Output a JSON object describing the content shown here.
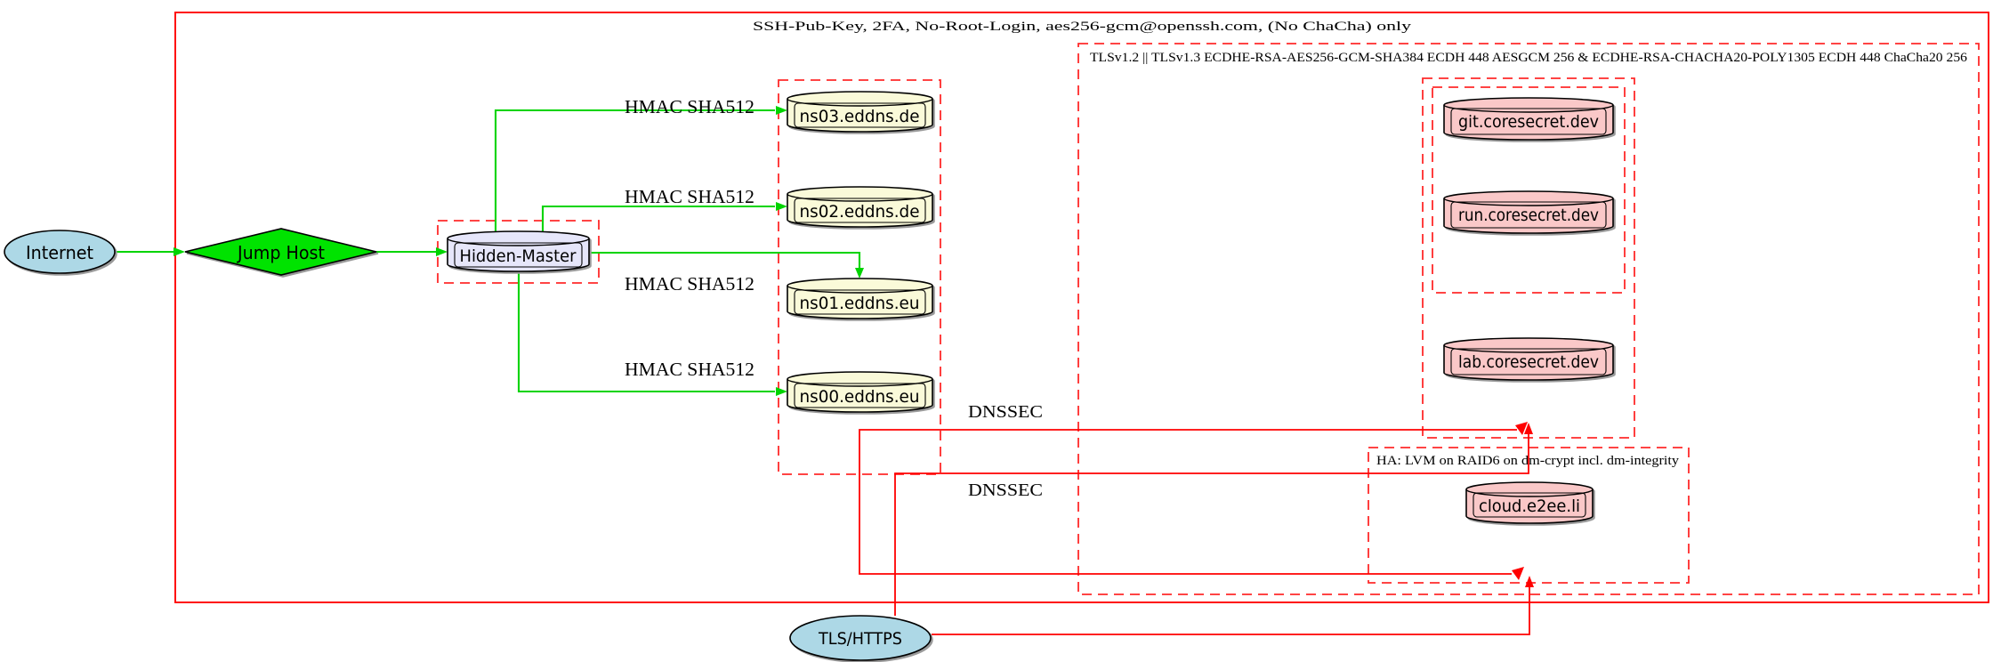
{
  "diagram": {
    "clusters": {
      "ssh_label": "SSH-Pub-Key, 2FA, No-Root-Login, aes256-gcm@openssh.com, (No ChaCha) only",
      "tls_label": "TLSv1.2 || TLSv1.3 ECDHE-RSA-AES256-GCM-SHA384 ECDH 448 AESGCM 256 & ECDHE-RSA-CHACHA20-POLY1305 ECDH 448 ChaCha20 256",
      "ha_label": "HA: LVM on RAID6 on dm-crypt incl. dm-integrity"
    },
    "nodes": {
      "internet": "Internet",
      "jump_host": "Jump Host",
      "hidden_master": "Hidden-Master",
      "ns03": "ns03.eddns.de",
      "ns02": "ns02.eddns.de",
      "ns01": "ns01.eddns.eu",
      "ns00": "ns00.eddns.eu",
      "git": "git.coresecret.dev",
      "run": "run.coresecret.dev",
      "lab": "lab.coresecret.dev",
      "cloud": "cloud.e2ee.li",
      "tls_https": "TLS/HTTPS"
    },
    "edge_labels": {
      "hmac_ns03": "HMAC SHA512",
      "hmac_ns02": "HMAC SHA512",
      "hmac_ns01": "HMAC SHA512",
      "hmac_ns00": "HMAC SHA512",
      "dnssec_1": "DNSSEC",
      "dnssec_2": "DNSSEC"
    },
    "colors": {
      "edge_green": "#00d400",
      "edge_red": "#ff0000",
      "cluster_red": "#ff2a2a",
      "node_lightblue": "#add8e6",
      "node_green": "#00e300",
      "node_lightyellow": "#fafad9",
      "node_lavender": "#e6e6fa",
      "node_pink": "#fac8c8"
    }
  }
}
